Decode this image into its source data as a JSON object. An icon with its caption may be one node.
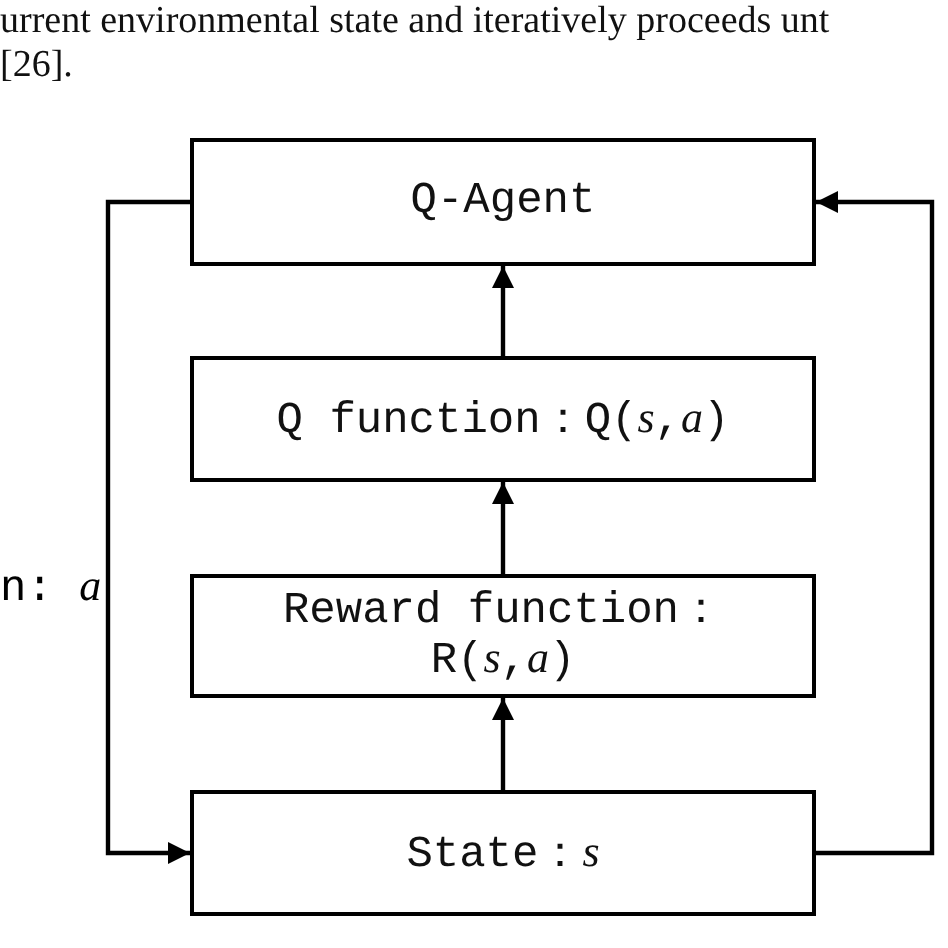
{
  "diagram": {
    "nodes": [
      {
        "text": [
          "Q-Agent"
        ]
      },
      {
        "text": [
          "Q function：Q(*s*,*a*)"
        ]
      },
      {
        "text": [
          "Reward function：R(*s*,*a*)"
        ]
      },
      {
        "text": [
          "State：*s*"
        ]
      }
    ],
    "edges": [
      {
        "from": 0,
        "to": 3,
        "arrow": "to",
        "label": "n: *a*"
      },
      {
        "from": 3,
        "to": 2,
        "arrow": "to"
      },
      {
        "from": 2,
        "to": 1,
        "arrow": "to"
      },
      {
        "from": 1,
        "to": 0,
        "arrow": "to"
      },
      {
        "from": 3,
        "to": 0,
        "arrow": "to"
      }
    ],
    "labels": [
      "urrent environmental state and iteratively proceeds unt",
      "[26]."
    ]
  }
}
